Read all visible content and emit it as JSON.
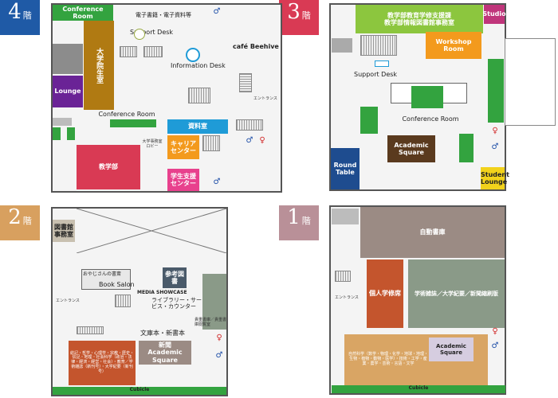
{
  "badges": {
    "f4": {
      "num": "4",
      "kai": "階",
      "color": "#1f5aa6"
    },
    "f3": {
      "num": "3",
      "kai": "階",
      "color": "#d93a54"
    },
    "f2": {
      "num": "2",
      "kai": "階",
      "color": "#d8a05f"
    },
    "f1": {
      "num": "1",
      "kai": "階",
      "color": "#b99098"
    }
  },
  "floor4": {
    "conference_room_top": "Conference Room",
    "books_sign": "電子書籍・電子資料等",
    "support_desk": "Support Desk",
    "cafe": "café Beehive",
    "information_desk": "Information Desk",
    "graduate_room": "大学院生室",
    "lounge": "Lounge",
    "conference_room_mid": "Conference Room",
    "entrance": "エントランス",
    "lobby": "大学事務室ロビー",
    "materials_room": "資料室",
    "career_center": "キャリアセンター",
    "student_support": "学生支援センター",
    "academic_affairs": "教学部"
  },
  "floor3": {
    "education_support": "教学部教育学修支援課",
    "library_office": "教学部情報図書館事務室",
    "studio": "Studio",
    "workshop_room": "Workshop Room",
    "support_desk": "Support Desk",
    "conference_room": "Conference Room",
    "academic_square": "Academic Square",
    "round_table": "Round Table",
    "student_lounge": "Student Lounge"
  },
  "floor2": {
    "library_office": "図書館事務室",
    "osusume_books": "おやじさんの書斎",
    "book_salon": "Book Salon",
    "reference": "参考図書",
    "media_showcase": "MEDIA SHOWCASE",
    "library_service_counter": "ライブラリー・サービス・カウンター",
    "rare_books": "貴重書庫／貴重書庫閲覧室",
    "entrance": "エントランス",
    "bunko": "文庫本・新書本",
    "newspapers": "新聞",
    "academic_square": "Academic Square",
    "humanities": "総記・哲学・心理学・宗教・歴史・伝記・地理・社会科学（政治・法律・経済・経営・社会）・教育／学術雑誌（新刊号）・大学紀要（新刊号）",
    "cubicle": "Cubicle"
  },
  "floor1": {
    "automated_stacks": "自動書庫",
    "personal_study": "個人学修席",
    "journals": "学術雑誌／大学紀要／新聞縮刷版",
    "entrance": "エントランス",
    "academic_square": "Academic Square",
    "natural_sciences": "自然科学（数学・物理・化学・地球・地理・生物・植物・動物・医学）・技術・工学・産業・農学・芸術・言語・文学",
    "cubicle": "Cubicle"
  },
  "colors": {
    "green": "#33a33f",
    "brown_gold": "#b07a12",
    "purple": "#6a2396",
    "red": "#d93a54",
    "orange": "#f39a1d",
    "sky_blue": "#1f9bd7",
    "pink": "#e8418d",
    "lime": "#8cc63e",
    "magenta": "#c0357b",
    "navy": "#1e4c8f",
    "brown_dark": "#5a3a1e",
    "yellow": "#f2d21b",
    "terracotta": "#c4552d",
    "sand": "#d9a564",
    "lavender": "#d6cde0",
    "taupe": "#9b8b84",
    "gray_green": "#8a9a88"
  }
}
